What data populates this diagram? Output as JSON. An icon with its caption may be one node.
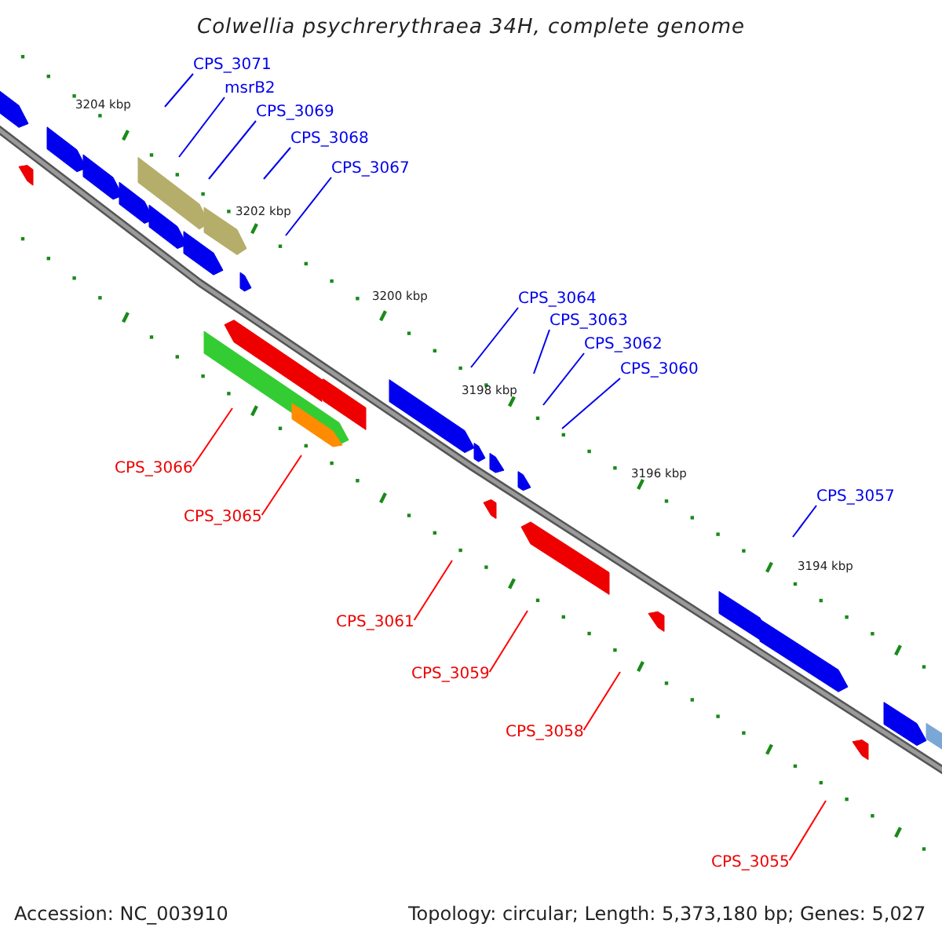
{
  "diagram": {
    "title": "Colwellia psychrerythraea 34H, complete genome",
    "nodes": [
      {
        "text": [
          "CPS_3071"
        ]
      },
      {
        "text": [
          "msrB2"
        ]
      },
      {
        "text": [
          "CPS_3069"
        ]
      },
      {
        "text": [
          "CPS_3068"
        ]
      },
      {
        "text": [
          "CPS_3067"
        ]
      },
      {
        "text": [
          "CPS_3064"
        ]
      },
      {
        "text": [
          "CPS_3063"
        ]
      },
      {
        "text": [
          "CPS_3062"
        ]
      },
      {
        "text": [
          "CPS_3060"
        ]
      },
      {
        "text": [
          "CPS_3066"
        ]
      },
      {
        "text": [
          "CPS_3065"
        ]
      },
      {
        "text": [
          "CPS_3057"
        ]
      },
      {
        "text": [
          "CPS_3061"
        ]
      },
      {
        "text": [
          "CPS_3059"
        ]
      },
      {
        "text": [
          "CPS_3058"
        ]
      },
      {
        "text": [
          "CPS_3055"
        ]
      }
    ],
    "edges": [
      {
        "from": 0,
        "to": null,
        "arrow": "none"
      },
      {
        "from": 1,
        "to": null,
        "arrow": "none"
      },
      {
        "from": 2,
        "to": null,
        "arrow": "none"
      },
      {
        "from": 3,
        "to": null,
        "arrow": "none"
      },
      {
        "from": 4,
        "to": null,
        "arrow": "none"
      },
      {
        "from": 5,
        "to": null,
        "arrow": "none"
      },
      {
        "from": 6,
        "to": null,
        "arrow": "none"
      },
      {
        "from": 7,
        "to": null,
        "arrow": "none"
      },
      {
        "from": 8,
        "to": null,
        "arrow": "none"
      },
      {
        "from": 9,
        "to": null,
        "arrow": "none",
        "color": "#ff0000"
      },
      {
        "from": 10,
        "to": null,
        "arrow": "none",
        "color": "#ff0000"
      },
      {
        "from": 11,
        "to": null,
        "arrow": "none"
      },
      {
        "from": 12,
        "to": null,
        "arrow": "none",
        "color": "#ff0000"
      },
      {
        "from": 13,
        "to": null,
        "arrow": "none",
        "color": "#ff0000"
      },
      {
        "from": 14,
        "to": null,
        "arrow": "none",
        "color": "#ff0000"
      },
      {
        "from": 15,
        "to": null,
        "arrow": "none",
        "color": "#ff0000"
      }
    ],
    "labels": [
      "3204 kbp",
      "3202 kbp",
      "3200 kbp",
      "3198 kbp",
      "3196 kbp",
      "3194 kbp",
      "Accession: NC_003910",
      "Topology: circular; Length: 5,373,180 bp; Genes: 5,027"
    ]
  }
}
